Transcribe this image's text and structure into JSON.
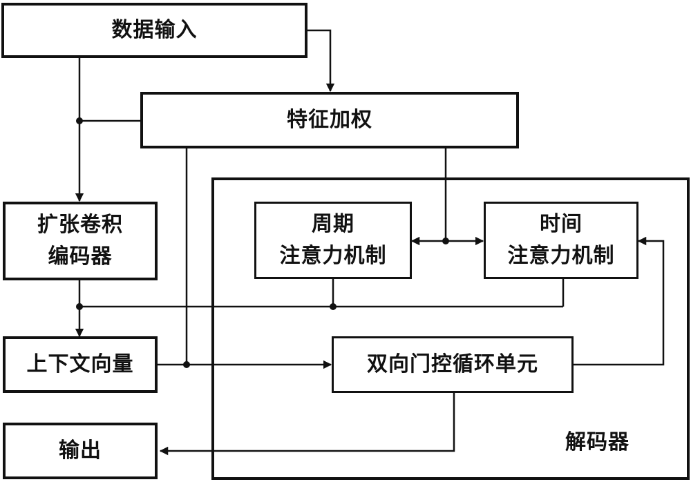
{
  "diagram": {
    "nodes": {
      "data_input": "数据输入",
      "feature_weighting": "特征加权",
      "dilated_conv_encoder": "扩张卷积\n编码器",
      "context_vector": "上下文向量",
      "output": "输出",
      "periodic_attention": "周期\n注意力机制",
      "temporal_attention": "时间\n注意力机制",
      "bigru": "双向门控循环单元"
    },
    "decoder_label": "解码器",
    "edges": [
      {
        "from": "data_input",
        "to": "feature_weighting"
      },
      {
        "from": "data_input",
        "to": "dilated_conv_encoder"
      },
      {
        "from": "feature_weighting",
        "to": "dilated_conv_encoder"
      },
      {
        "from": "feature_weighting",
        "to": "periodic_attention"
      },
      {
        "from": "feature_weighting",
        "to": "temporal_attention"
      },
      {
        "from": "feature_weighting",
        "to": "bigru"
      },
      {
        "from": "dilated_conv_encoder",
        "to": "context_vector"
      },
      {
        "from": "periodic_attention",
        "to": "context_vector"
      },
      {
        "from": "temporal_attention",
        "to": "context_vector"
      },
      {
        "from": "context_vector",
        "to": "bigru"
      },
      {
        "from": "bigru",
        "to": "temporal_attention"
      },
      {
        "from": "bigru",
        "to": "output"
      }
    ]
  }
}
